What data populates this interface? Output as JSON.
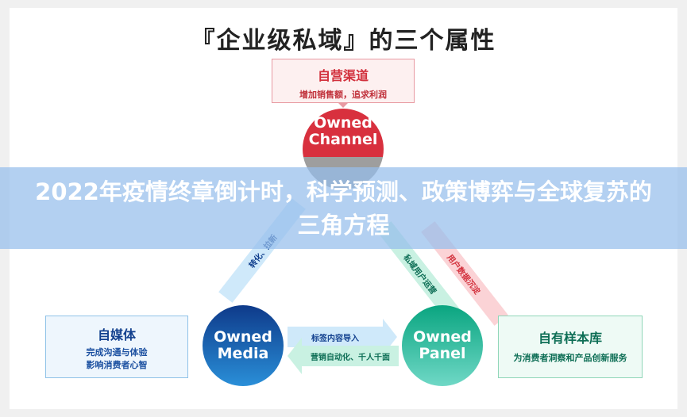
{
  "title": "『企业级私域』的三个属性",
  "top": {
    "heading": "自营渠道",
    "sub": "增加销售额，追求利润",
    "circle": [
      "Owned",
      "Channel"
    ]
  },
  "left": {
    "heading": "自媒体",
    "lines": [
      "完成沟通与体验",
      "影响消费者心智"
    ],
    "circle": [
      "Owned",
      "Media"
    ]
  },
  "right": {
    "heading": "自有样本库",
    "sub": "为消费者洞察和产品创新服务",
    "circle": [
      "Owned",
      "Panel"
    ]
  },
  "arrows": {
    "left_diag": "转化、拉新",
    "green_diag": "私域用户运营",
    "red_diag": "用户数据沉淀",
    "to_panel": "标签内容导入",
    "to_media": "营销自动化、千人千面"
  },
  "banner": "2022年疫情终章倒计时，科学预测、政策博弈与全球复苏的三角方程"
}
